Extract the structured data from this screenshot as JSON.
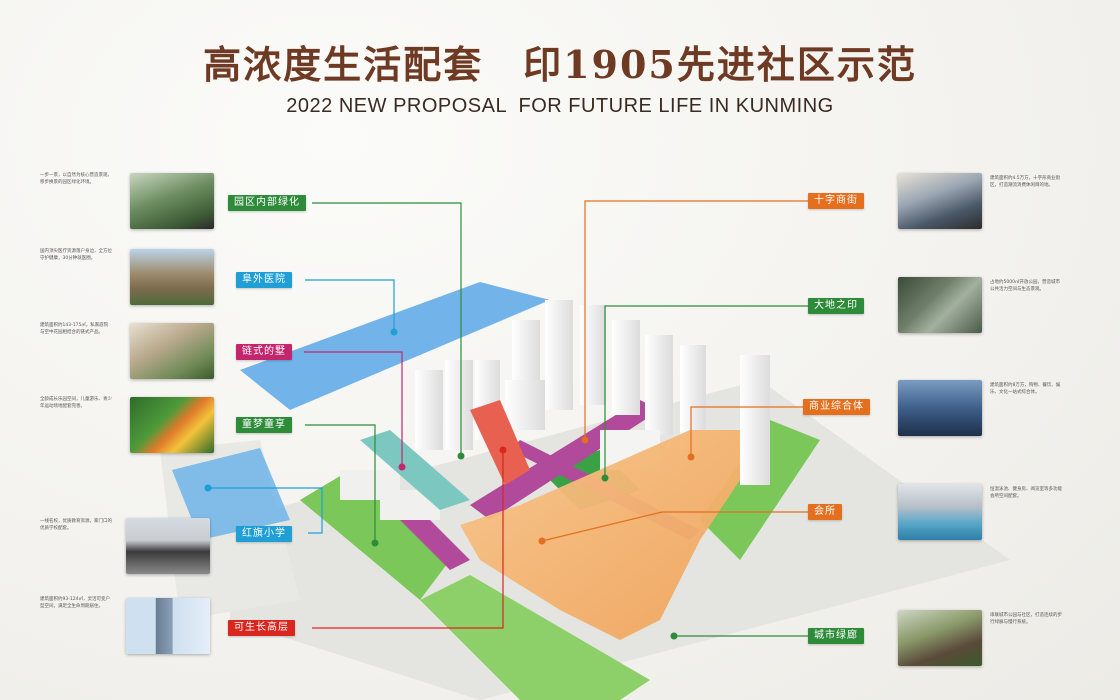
{
  "header": {
    "title": "高浓度生活配套　印1905先进社区示范",
    "subtitle": "2022 NEW PROPOSAL  FOR FUTURE LIFE IN KUNMING"
  },
  "colors": {
    "green": "#2e8b3a",
    "blue": "#1f9fd6",
    "magenta": "#c4266e",
    "orange": "#e46f1e",
    "red": "#d9271f",
    "title": "#6e3a24"
  },
  "left_callouts": [
    {
      "label": "园区内部绿化",
      "color": "#2e8b3a",
      "thumb": "garden-photo",
      "desc": "一步一景，以自然为核心营造景观，移步换景的园区绿化环境。"
    },
    {
      "label": "阜外医院",
      "color": "#1f9fd6",
      "thumb": "hospital-photo",
      "desc": "国内顶尖医疗资源落户身边，全方位守护健康，30分钟就医圈。"
    },
    {
      "label": "链式的墅",
      "color": "#c4266e",
      "thumb": "villa-photo",
      "desc": "建筑面积约143-175㎡，私家庭院与空中花园相结合的链式产品。"
    },
    {
      "label": "童梦童享",
      "color": "#2e8b3a",
      "thumb": "playground-photo",
      "desc": "全龄成长乐园空间，儿童游乐、青少年运动场地配套完善。"
    },
    {
      "label": "红旗小学",
      "color": "#1f9fd6",
      "thumb": "school-photo",
      "desc": "一线名校，优质教育资源，家门口的优质学校配套。"
    },
    {
      "label": "可生长高层",
      "color": "#d9271f",
      "thumb": "tower-photo",
      "desc": "建筑面积约93-124㎡，灵活可变户型空间，满足全生命周期居住。"
    }
  ],
  "right_callouts": [
    {
      "label": "十字商街",
      "color": "#e46f1e",
      "thumb": "street-photo",
      "desc": "建筑面积约4.5万方，十字形商业街区，打造潮流消费休闲目的地。"
    },
    {
      "label": "大地之印",
      "color": "#2e8b3a",
      "thumb": "aerial-photo",
      "desc": "占地约5000㎡开放公园，营造城市公共活力空间与生态景观。"
    },
    {
      "label": "商业综合体",
      "color": "#e46f1e",
      "thumb": "mall-photo",
      "desc": "建筑面积约8万方，购物、餐饮、娱乐、文化一站式综合体。"
    },
    {
      "label": "会所",
      "color": "#e46f1e",
      "thumb": "clubhouse-photo",
      "desc": "恒温泳池、健身房、阅览室等多功能会所空间配套。"
    },
    {
      "label": "城市绿廊",
      "color": "#2e8b3a",
      "thumb": "greenway-photo",
      "desc": "串联城市公园与社区，打造连续的步行绿廊与慢行系统。"
    }
  ]
}
